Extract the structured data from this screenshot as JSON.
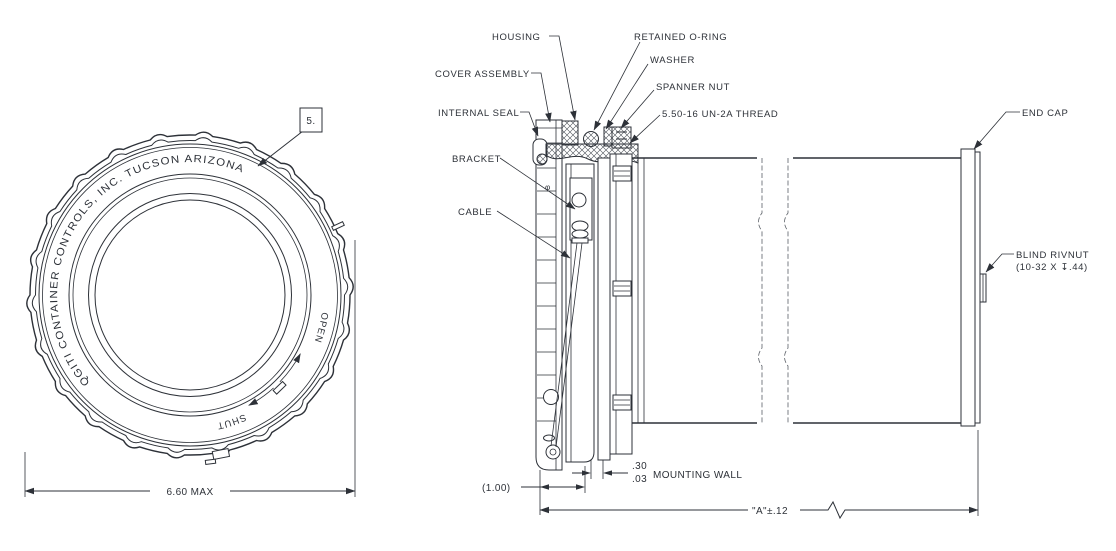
{
  "front_view": {
    "callout": "5.",
    "rim_text": "QGITI CONTAINER CONTROLS, INC. TUCSON ARIZONA",
    "open_label": "OPEN",
    "shut_label": "SHUT",
    "diameter_dim": "6.60 MAX"
  },
  "section_view": {
    "labels": {
      "cover_assembly": "COVER ASSEMBLY",
      "housing": "HOUSING",
      "internal_seal": "INTERNAL SEAL",
      "retained_oring": "RETAINED O-RING",
      "washer": "WASHER",
      "spanner_nut": "SPANNER NUT",
      "thread": "5.50-16 UN-2A THREAD",
      "bracket": "BRACKET",
      "cable": "CABLE",
      "end_cap": "END CAP",
      "blind_rivnut_1": "BLIND RIVNUT",
      "blind_rivnut_2": "(10-32 X ↧.44)",
      "mounting_wall": "MOUNTING WALL",
      "phi_mark": "φ"
    },
    "dims": {
      "offset": "(1.00)",
      "wall_max": ".30",
      "wall_min": ".03",
      "length": "\"A\"±.12"
    }
  },
  "colors": {
    "line": "#2d3138",
    "background": "#ffffff"
  }
}
